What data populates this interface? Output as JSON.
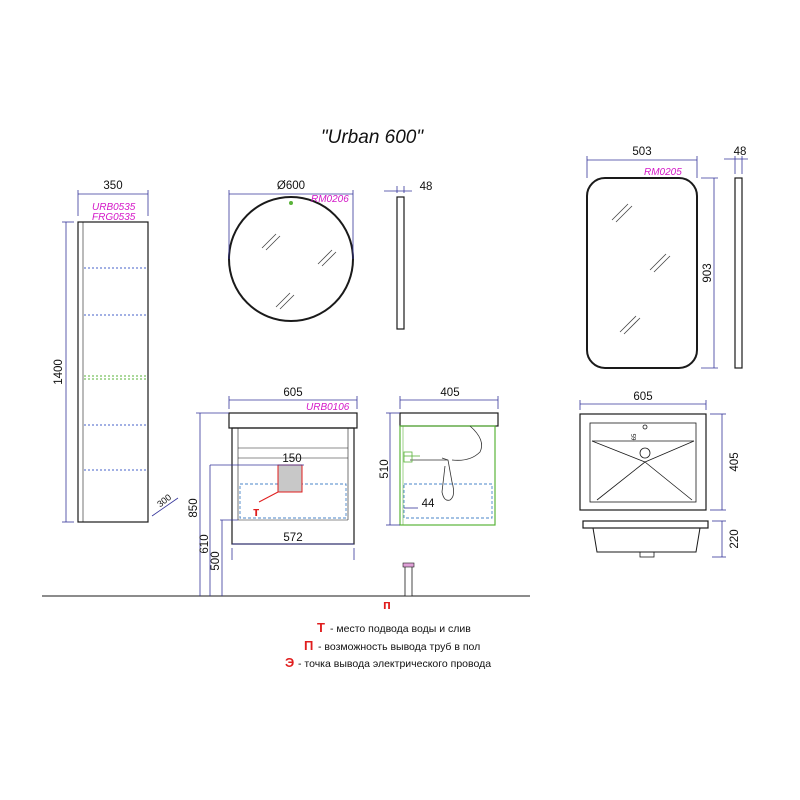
{
  "title": "\"Urban 600\"",
  "column": {
    "width": "350",
    "codes": [
      "URB0535",
      "FRG0535"
    ],
    "height": "1400",
    "depth": "300"
  },
  "round_mirror": {
    "diameter": "Ø600",
    "code": "RM0206",
    "depth": "48"
  },
  "rect_mirror": {
    "width": "503",
    "code": "RM0205",
    "height": "903",
    "depth": "48"
  },
  "cabinet": {
    "width": "605",
    "code": "URB0106",
    "cutout": "150",
    "inner_width": "572",
    "height_total": "850",
    "height_610": "610",
    "height_500": "500"
  },
  "side_view": {
    "depth": "405",
    "height": "510",
    "offset": "44"
  },
  "basin": {
    "width": "605",
    "depth": "405",
    "height": "220",
    "hole": "65"
  },
  "legend": [
    {
      "letter": "Т",
      "text": "- место подвода воды и слив"
    },
    {
      "letter": "П",
      "text": "- возможность вывода труб в пол"
    },
    {
      "letter": "Э",
      "text": "- точка вывода электрического провода"
    }
  ],
  "markers": {
    "t": "т",
    "p": "п"
  },
  "colors": {
    "dimension": "#34349a",
    "code": "#d418c8",
    "marker": "#e01e1e",
    "hidden": "#4a86c8",
    "water": "#5ab33a"
  }
}
